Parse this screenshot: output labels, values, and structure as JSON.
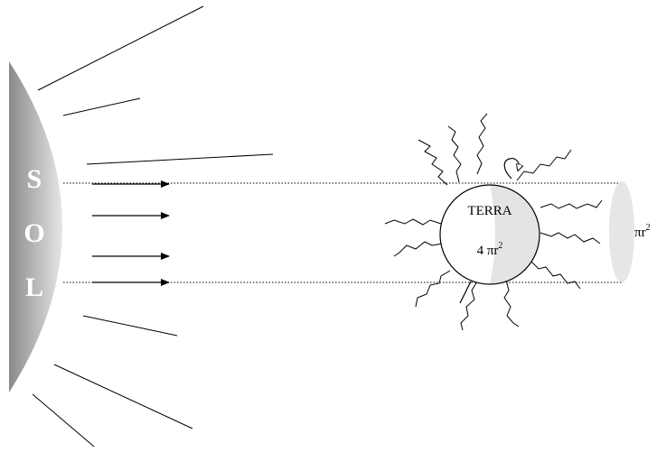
{
  "sun": {
    "letters": [
      "S",
      "O",
      "L"
    ]
  },
  "earth": {
    "name": "TERRA",
    "surface_prefix": "4 πr",
    "surface_exp": "2"
  },
  "cross_section": {
    "prefix": "πr",
    "exp": "2"
  },
  "colors": {
    "sun_dark": "#8a8a8a",
    "sun_light": "#e6e6e6",
    "earth_shadow": "#e4e4e4",
    "disc_fill": "#e6e6e6",
    "line": "#000000"
  }
}
